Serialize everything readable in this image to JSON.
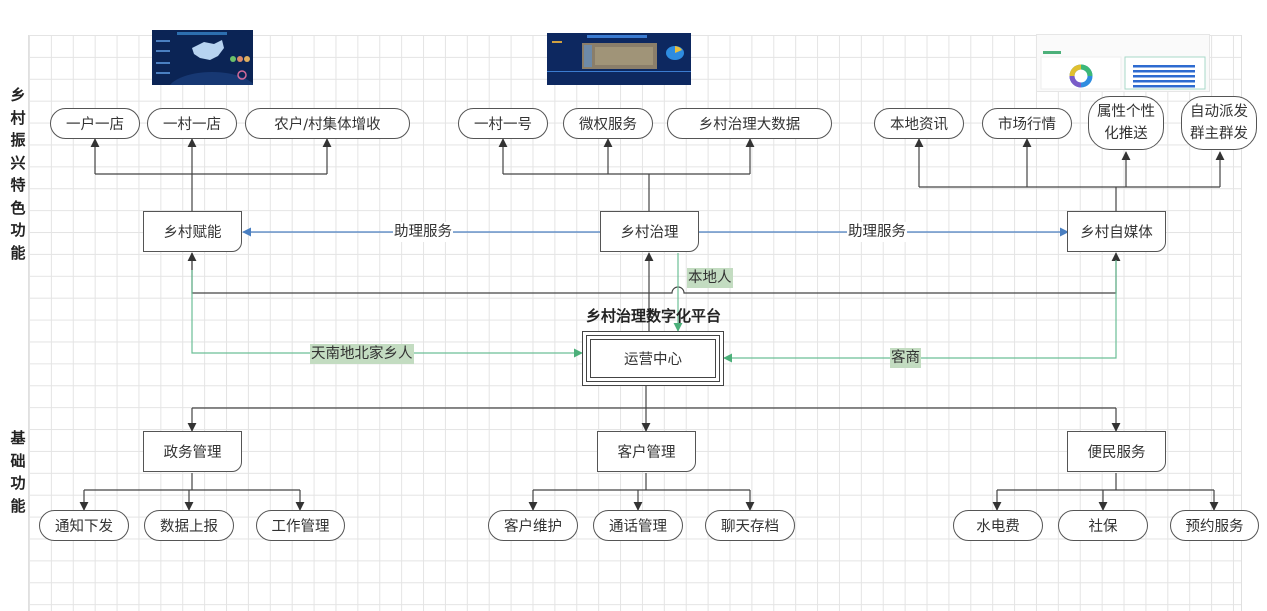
{
  "side_labels": {
    "top": "乡村振兴特色功能",
    "bottom": "基础功能"
  },
  "platform": {
    "title": "乡村治理数字化平台",
    "center": "运营中心"
  },
  "thumbnails": [
    {
      "name": "big-screen-dashboard-thumbnail",
      "description": "dark blue dashboard with China map"
    },
    {
      "name": "governance-bigdata-thumbnail",
      "description": "dark blue dashboard with aerial map"
    },
    {
      "name": "media-analytics-thumbnail",
      "description": "light dashboard with donut chart and blue bar chart"
    }
  ],
  "feature_modules": {
    "empower": {
      "label": "乡村赋能",
      "children": [
        "一户一店",
        "一村一店",
        "农户/村集体增收"
      ]
    },
    "governance": {
      "label": "乡村治理",
      "children": [
        "一村一号",
        "微权服务",
        "乡村治理大数据"
      ]
    },
    "media": {
      "label": "乡村自媒体",
      "children": [
        "本地资讯",
        "市场行情",
        "属性个性化推送",
        "自动派发群主群发"
      ]
    }
  },
  "edge_labels": {
    "assist_left": "助理服务",
    "assist_right": "助理服务",
    "locals": "本地人",
    "hometown": "天南地北家乡人",
    "merchants": "客商"
  },
  "base_modules": {
    "gov": {
      "label": "政务管理",
      "children": [
        "通知下发",
        "数据上报",
        "工作管理"
      ]
    },
    "customer": {
      "label": "客户管理",
      "children": [
        "客户维护",
        "通话管理",
        "聊天存档"
      ]
    },
    "convenience": {
      "label": "便民服务",
      "children": [
        "水电费",
        "社保",
        "预约服务"
      ]
    }
  },
  "colors": {
    "assist_arrow": "#4a7fc1",
    "green_arrow": "#4cb07a",
    "green_label_bg": "#c3dcc1",
    "line": "#444444"
  }
}
